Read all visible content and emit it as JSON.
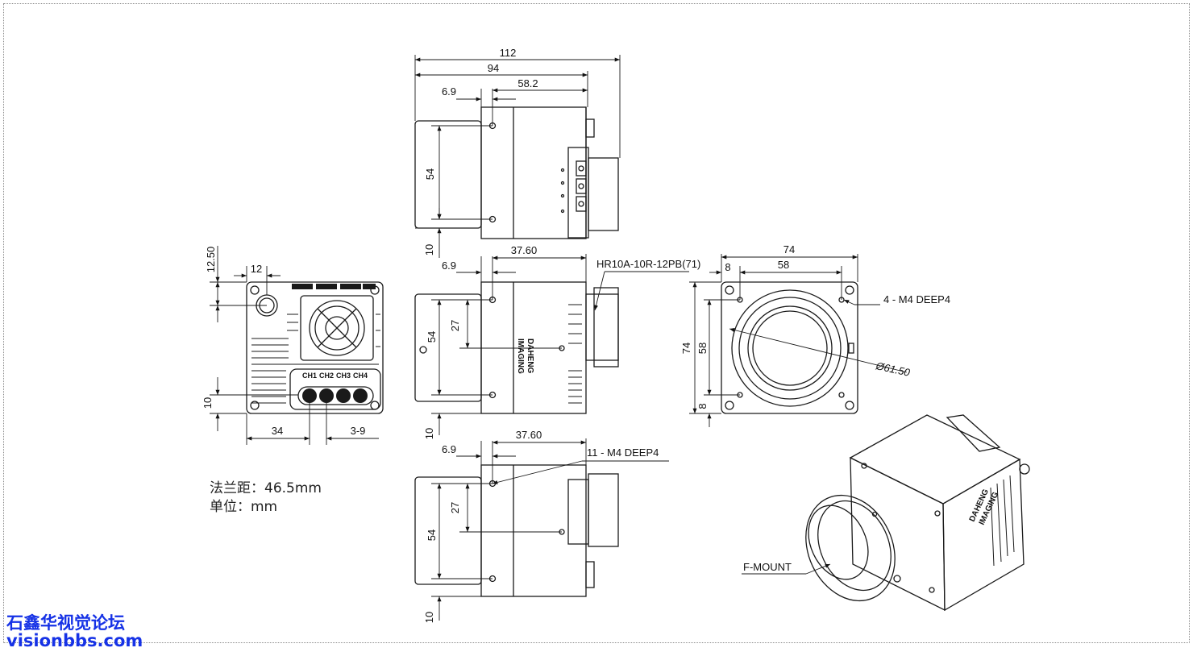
{
  "notes": {
    "flange_distance": "法兰距：46.5mm",
    "unit": "单位：mm"
  },
  "watermark": {
    "line1": "石鑫华视觉论坛",
    "line2": "visionbbs.com"
  },
  "dimensions": {
    "top_view": {
      "d112": "112",
      "d94": "94",
      "d58_2": "58.2",
      "d6_9": "6.9",
      "d54": "54",
      "d10": "10"
    },
    "side_view": {
      "d37_60": "37.60",
      "d6_9": "6.9",
      "d27": "27",
      "d54": "54",
      "d10": "10",
      "connector": "HR10A-10R-12PB(71)"
    },
    "bottom_view": {
      "d37_60": "37.60",
      "d6_9": "6.9",
      "d27": "27",
      "d54": "54",
      "d10": "10",
      "holes": "11 - M4 DEEP4"
    },
    "rear_view": {
      "d12_50": "12.50",
      "d12": "12",
      "d10": "10",
      "d34": "34",
      "d3_9": "3-9",
      "channels": [
        "CH1",
        "CH2",
        "CH3",
        "CH4"
      ]
    },
    "front_view": {
      "d74_w": "74",
      "d58_w": "58",
      "d8_w": "8",
      "d74_h": "74",
      "d58_h": "58",
      "d8_h": "8",
      "holes": "4 - M4 DEEP4",
      "diameter": "Ø61.50"
    },
    "iso_view": {
      "mount": "F-MOUNT"
    }
  },
  "brand_marks": {
    "line1": "DAHENG",
    "line2": "IMAGING"
  },
  "colors": {
    "line": "#1a1a1a",
    "watermark": "#1632e6"
  }
}
